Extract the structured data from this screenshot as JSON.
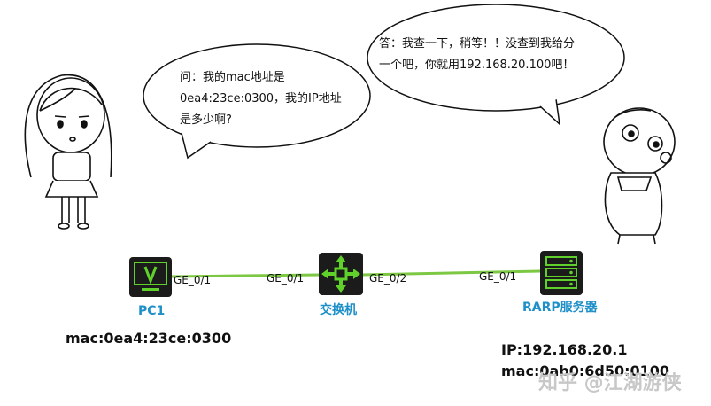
{
  "bubbles": {
    "left": {
      "lines": [
        "问：我的mac地址是",
        "0ea4:23ce:0300，我的IP地址",
        "是多少啊?"
      ]
    },
    "right": {
      "lines": [
        "答：我查一下，稍等！！没查到我给分",
        "一个吧，你就用192.168.20.100吧！"
      ]
    }
  },
  "devices": {
    "pc": {
      "label": "PC1",
      "icon": "monitor-icon",
      "port": "GE_0/1"
    },
    "switch": {
      "label": "交换机",
      "icon": "switch-icon",
      "port_left": "GE_0/1",
      "port_right": "GE_0/2"
    },
    "server": {
      "label": "RARP服务器",
      "icon": "server-icon",
      "port": "GE_0/1"
    }
  },
  "info": {
    "pc_mac": "mac:0ea4:23ce:0300",
    "server_ip": "IP:192.168.20.1",
    "server_mac": "mac:0ab0:6d50:0100"
  },
  "watermark": "知乎 @江湖游侠",
  "colors": {
    "link": "#7cc843",
    "device_bg": "#1b1b1b",
    "device_accent": "#5fd12a",
    "label_blue": "#1e90c8"
  }
}
